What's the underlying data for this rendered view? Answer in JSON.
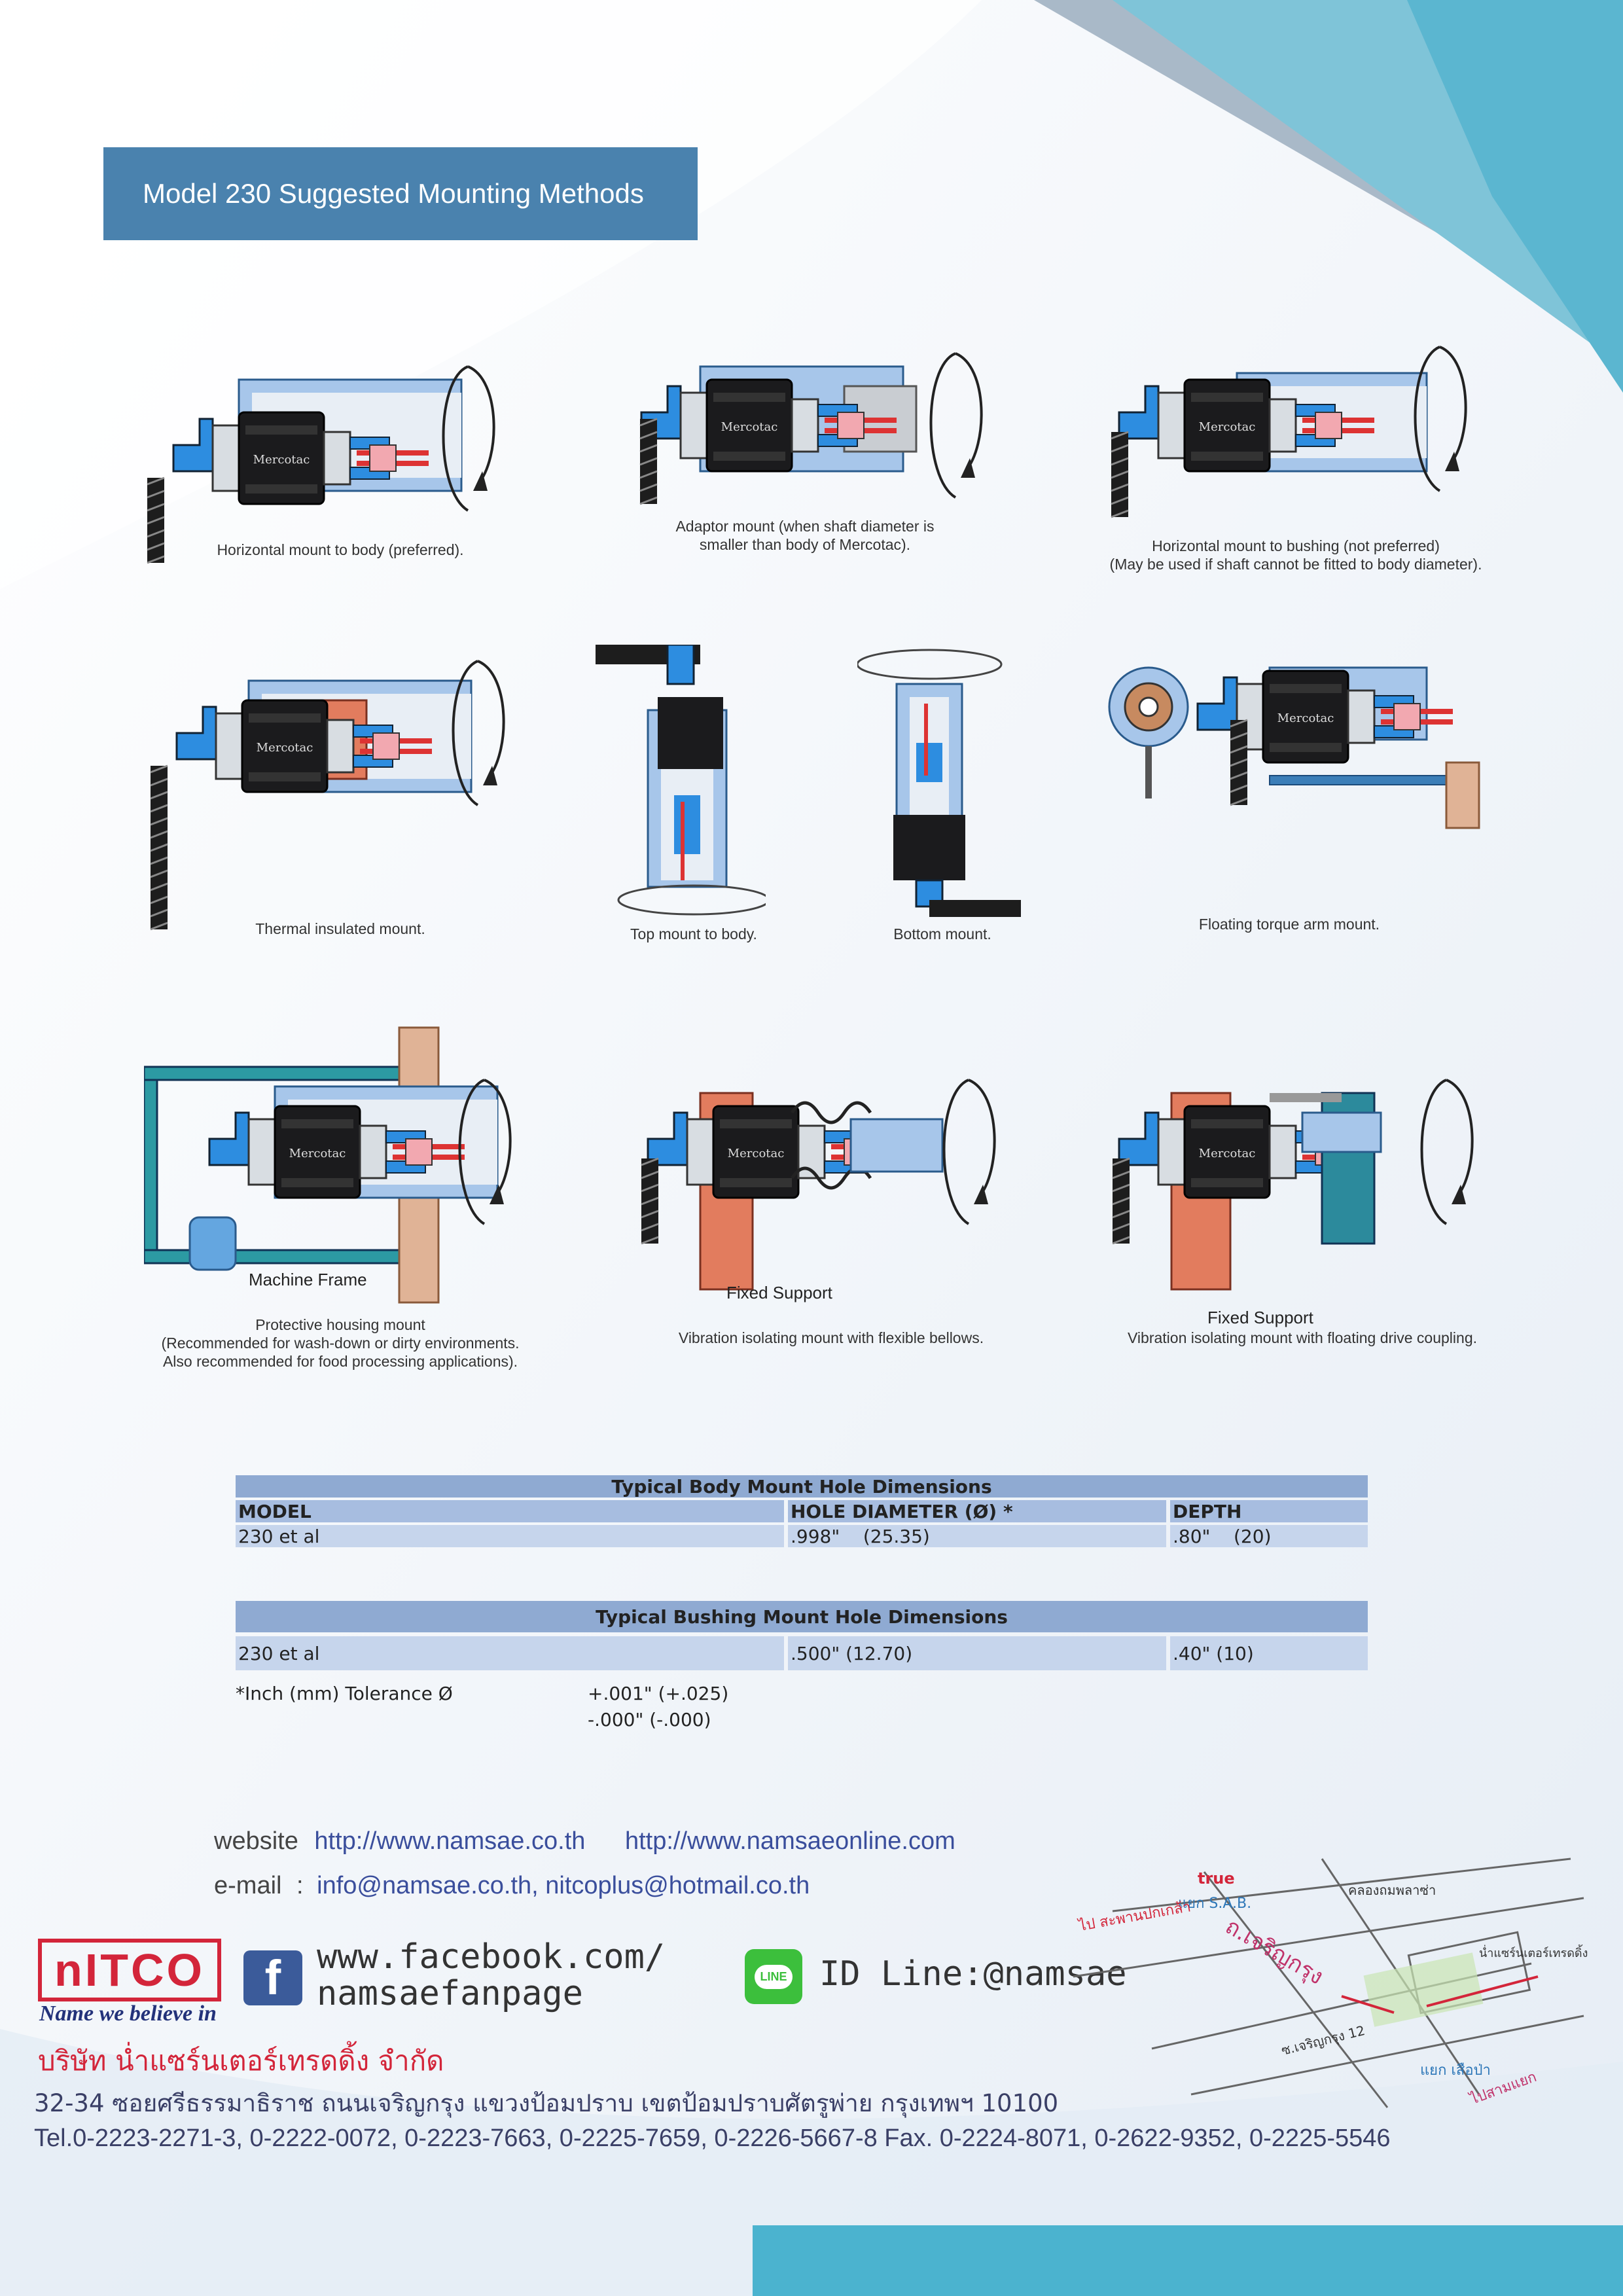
{
  "header": {
    "title": "Model 230 Suggested Mounting Methods"
  },
  "panels": [
    {
      "caption": "Horizontal mount to body (preferred)."
    },
    {
      "caption": "Adaptor mount (when shaft diameter is\nsmaller than body of Mercotac)."
    },
    {
      "caption": "Horizontal mount to bushing (not preferred)\n(May be used if shaft cannot be fitted to body diameter)."
    },
    {
      "caption": "Thermal insulated mount."
    },
    {
      "caption": "Top mount to body."
    },
    {
      "caption": "Bottom mount."
    },
    {
      "caption": "Floating torque arm mount."
    },
    {
      "caption": "Protective housing mount\n(Recommended for wash-down or dirty environments.\nAlso recommended for food processing applications).",
      "annotation": "Machine Frame"
    },
    {
      "caption": "Vibration isolating mount with flexible bellows.",
      "annotation": "Fixed Support"
    },
    {
      "caption": "Vibration isolating mount with floating drive coupling.",
      "annotation": "Fixed Support"
    }
  ],
  "body_table": {
    "title": "Typical Body Mount Hole Dimensions",
    "columns": [
      "MODEL",
      "HOLE DIAMETER (Ø) *",
      "DEPTH"
    ],
    "rows": [
      [
        "230 et al",
        ".998\"    (25.35)",
        ".80\"    (20)"
      ]
    ]
  },
  "bushing_table": {
    "title": "Typical Bushing Mount Hole Dimensions",
    "rows": [
      [
        "230 et al",
        ".500\"    (12.70)",
        ".40\"    (10)"
      ]
    ]
  },
  "tolerance": {
    "label": "*Inch (mm) Tolerance Ø",
    "plus": "+.001\" (+.025)",
    "minus": "-.000\" (-.000)"
  },
  "contact": {
    "website_label": "website",
    "website_1": "http://www.namsae.co.th",
    "website_2": "http://www.namsaeonline.com",
    "email_label": "e-mail",
    "email_sep": ":",
    "email_value": "info@namsae.co.th, nitcoplus@hotmail.co.th",
    "facebook_line1": "www.facebook.com/",
    "facebook_line2": "namsaefanpage",
    "line_id": "ID Line:@namsae",
    "line_badge": "LINE"
  },
  "company": {
    "logo_text": "nITCO",
    "slogan": "Name we believe in",
    "name_thai": "บริษัท น่ำแซร์นเตอร์เทรดดิ้ง จำกัด",
    "address": "32-34 ซอยศรีธรรมาธิราช ถนนเจริญกรุง แขวงป้อมปราบ เขตป้อมปราบศัตรูพ่าย กรุงเทพฯ 10100",
    "tel": "Tel.0-2223-2271-3, 0-2222-0072, 0-2223-7663, 0-2225-7659, 0-2226-5667-8 Fax. 0-2224-8071, 0-2622-9352, 0-2225-5546"
  },
  "map": {
    "labels": [
      "true",
      "แยก S.A.B.",
      "ไป สะพานปกเกล้า",
      "คลองถมพลาซ่า",
      "ถ.เจริญกรุง",
      "น่ำแซร์นเตอร์เทรดดิ้ง",
      "ซ.เจริญกรุง 12",
      "แยก เสือป่า",
      "ไปสามแยก"
    ]
  },
  "colors": {
    "title_bg": "#4a82ae",
    "table_head": "#8faad2",
    "table_row": "#c6d5ec",
    "accent_red": "#d3253a",
    "link_blue": "#3a4e9c"
  }
}
